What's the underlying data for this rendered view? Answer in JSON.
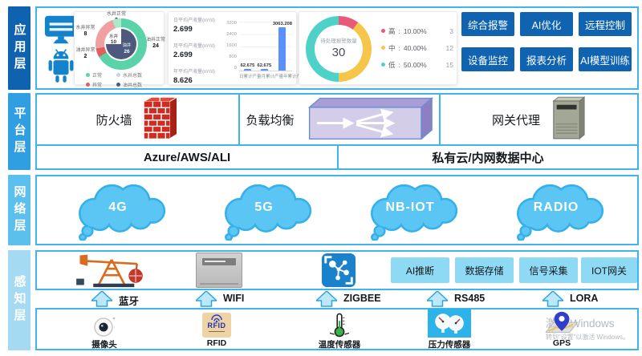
{
  "layers": [
    {
      "label": "应用层"
    },
    {
      "label": "平台层"
    },
    {
      "label": "网络层"
    },
    {
      "label": "感知层"
    }
  ],
  "colors": {
    "layer_app": "#0f62b0",
    "layer_platform": "#2f9fe2",
    "layer_network": "#5bc0ee",
    "layer_perception": "#a5daf5",
    "panel_border": "#41b4ec",
    "app_button_bg": "#1063b1",
    "edge_button_bg": "#8ed9f4",
    "cloud_fill": "#5bc6f3"
  },
  "application": {
    "well_chart": {
      "type": "donut",
      "segments": [
        {
          "label": "油井正常",
          "value": 24,
          "color": "#5bd3a8"
        },
        {
          "label": "油井异常",
          "value": 2,
          "color": "#e25f5f"
        },
        {
          "label": "水井异常",
          "value": 8,
          "color": "#f0a0a0"
        },
        {
          "label": "水井正常",
          "value": 2,
          "color": "#abe9cb"
        }
      ],
      "callouts": [
        {
          "label": "水井正常",
          "value": 2
        },
        {
          "label": "水井异常",
          "value": 8
        },
        {
          "label": "油井异常",
          "value": 2
        },
        {
          "label": "油井正常",
          "value": 24
        }
      ],
      "center": {
        "water_label": "水井",
        "water_value": "10",
        "oil_label": "油井",
        "oil_value": "26"
      },
      "inner_oil_color": "#4d5a7d",
      "legend": [
        {
          "label": "正常",
          "color": "#5bd3a8"
        },
        {
          "label": "异常",
          "color": "#e25f5f"
        },
        {
          "label": "水井总数",
          "color": "#c9d2dd"
        },
        {
          "label": "油井总数",
          "color": "#4d5a7d"
        }
      ]
    },
    "production": {
      "metrics": [
        {
          "label": "日平均产液量(m³/d)",
          "value": "2.699"
        },
        {
          "label": "月平均产液量(m³/d)",
          "value": "2.699"
        },
        {
          "label": "年平均产液量(m³/d)",
          "value": "8.626"
        }
      ],
      "bar_chart": {
        "type": "bar",
        "categories": [
          "日累计产量",
          "月累计产量",
          "年累计产量"
        ],
        "values": [
          62.675,
          62.675,
          3063.208
        ],
        "value_labels": [
          "62.675",
          "62.675",
          "3063.208"
        ],
        "yticks": [
          "3200",
          "2400",
          "1600",
          "800",
          "0"
        ],
        "ylim": [
          0,
          3200
        ],
        "bar_color": "#5b8ff9"
      }
    },
    "alarm_chart": {
      "type": "donut",
      "center_label": "待处理报警数量",
      "center_value": "30",
      "sep": " : ",
      "slices": [
        {
          "label": "高",
          "pct": "10.00%",
          "count": "3",
          "value": 10,
          "color": "#e85a78"
        },
        {
          "label": "中",
          "pct": "40.00%",
          "count": "12",
          "value": 40,
          "color": "#f6c64a"
        },
        {
          "label": "低",
          "pct": "50.00%",
          "count": "15",
          "value": 50,
          "color": "#4ed2c8"
        }
      ]
    },
    "buttons": [
      "综合报警",
      "AI优化",
      "远程控制",
      "设备监控",
      "报表分析",
      "AI模型训练"
    ]
  },
  "platform": {
    "nodes": [
      {
        "label": "防火墙"
      },
      {
        "label": "负载均衡"
      },
      {
        "label": "网关代理"
      }
    ],
    "hosting": [
      {
        "label": "Azure/AWS/ALI"
      },
      {
        "label": "私有云/内网数据中心"
      }
    ]
  },
  "network": {
    "clouds": [
      "4G",
      "5G",
      "NB-IOT",
      "RADIO"
    ]
  },
  "perception": {
    "edge_services": [
      "AI推断",
      "数据存储",
      "信号采集",
      "IOT网关"
    ],
    "protocols": [
      "蓝牙",
      "WIFI",
      "ZIGBEE",
      "RS485",
      "LORA"
    ],
    "rfid_icon_text": "RFID",
    "sensors": [
      {
        "label": "摄像头"
      },
      {
        "label": "RFID"
      },
      {
        "label": "温度传感器"
      },
      {
        "label": "压力传感器"
      },
      {
        "label": "GPS"
      }
    ]
  },
  "watermark": {
    "line1": "激活 Windows",
    "line2": "转到“设置”以激活 Windows。"
  }
}
